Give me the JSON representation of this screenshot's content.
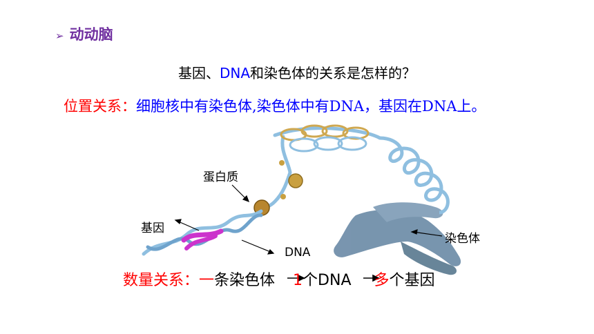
{
  "heading": {
    "bullet_icon": "arrow-triangle-icon",
    "text": "动动脑",
    "color": "#7030a0"
  },
  "question": {
    "part1": "基因、",
    "dna": "DNA",
    "part2": "和染色体的关系是怎样的？"
  },
  "position_relation": {
    "label": "位置关系：",
    "text": "细胞核中有染色体,染色体中有DNA，基因在DNA上。"
  },
  "diagram_labels": {
    "protein": "蛋白质",
    "gene": "基因",
    "dna": "DNA",
    "chromosome": "染色体"
  },
  "quantity_relation": {
    "label": "数量关系：",
    "one_a": "一",
    "chromosome": "条染色体",
    "one_b": "1",
    "dna": "个DNA ",
    "many": "多",
    "genes": "个基因"
  },
  "colors": {
    "red": "#ff0000",
    "blue": "#0000ff",
    "helix": "#7fb4d8",
    "gene_segment": "#cc33cc",
    "chromosome": "#6a8aa6"
  }
}
